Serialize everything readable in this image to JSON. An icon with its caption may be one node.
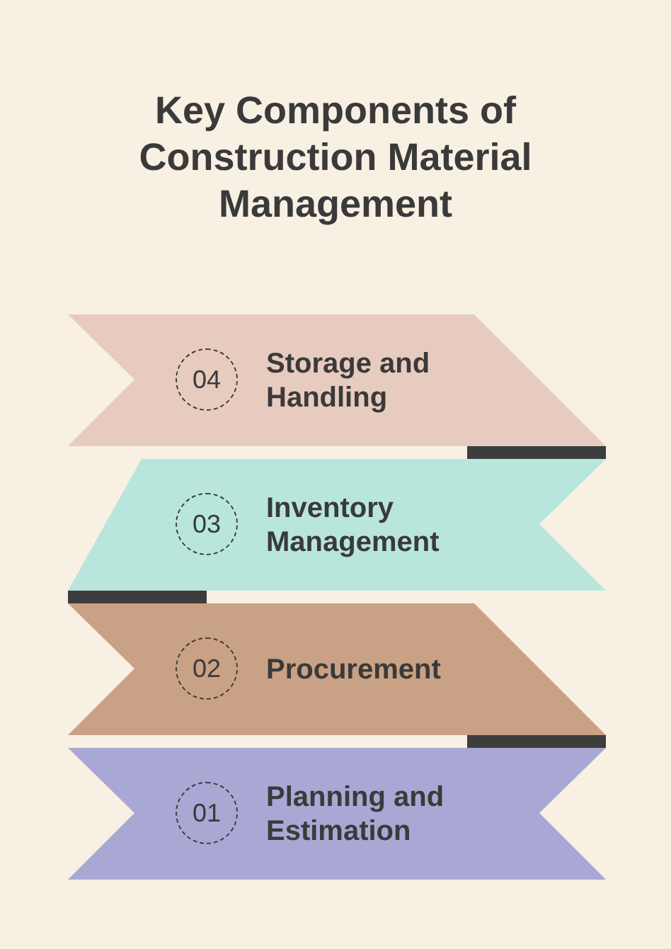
{
  "diagram": {
    "title": "Key Components of Construction Material Management",
    "nodes": [
      {
        "text": [
          "Storage and Handling"
        ]
      },
      {
        "text": [
          "04"
        ],
        "in": 0
      },
      {
        "text": [
          "Inventory Management"
        ]
      },
      {
        "text": [
          "03"
        ],
        "in": 2
      },
      {
        "text": [
          "Procurement"
        ]
      },
      {
        "text": [
          "02"
        ],
        "in": 4
      },
      {
        "text": [
          "Planning and Estimation"
        ]
      },
      {
        "text": [
          "01"
        ],
        "in": 6
      }
    ]
  }
}
